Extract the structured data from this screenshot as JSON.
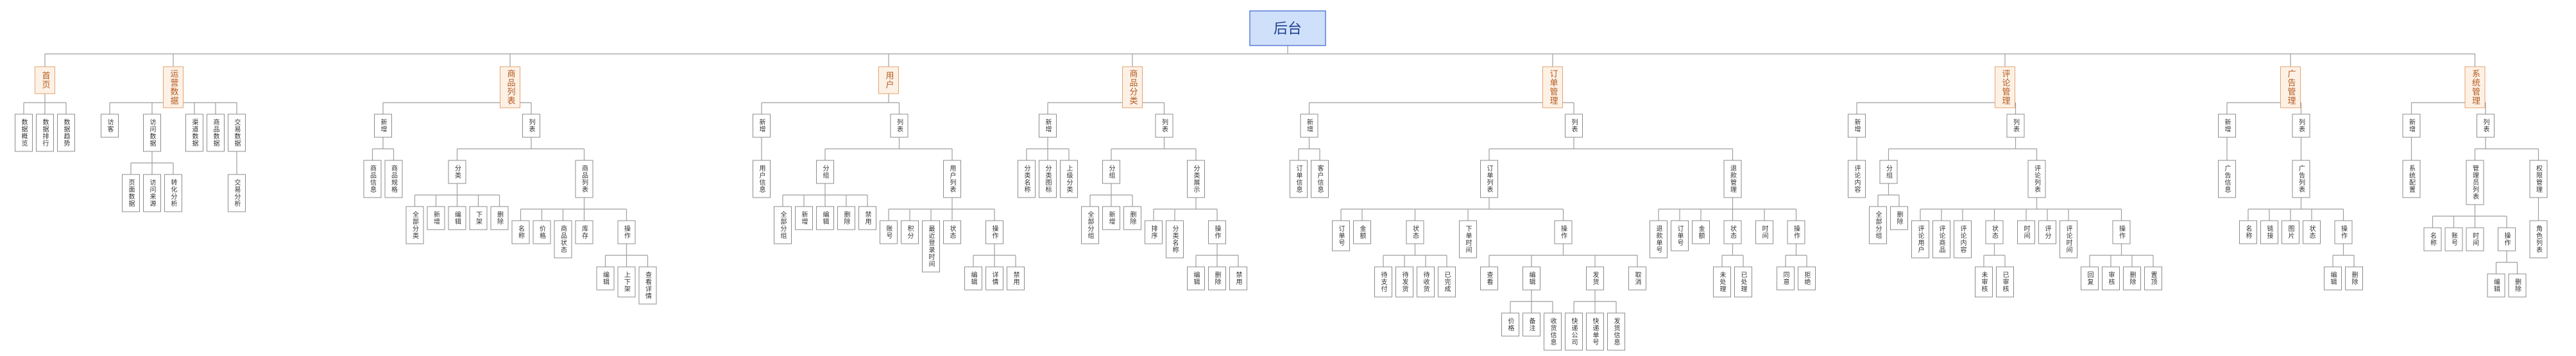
{
  "root": {
    "label": "后台",
    "children": [
      {
        "label": "首页",
        "children": [
          {
            "label": "数据概览"
          },
          {
            "label": "数据排行"
          },
          {
            "label": "数据趋势"
          }
        ]
      },
      {
        "label": "运营数据",
        "children": [
          {
            "label": "访客"
          },
          {
            "label": "访问数据",
            "children": [
              {
                "label": "页面数据"
              },
              {
                "label": "访问来源"
              },
              {
                "label": "转化分析"
              }
            ]
          },
          {
            "label": "渠道数据"
          },
          {
            "label": "商品数据"
          },
          {
            "label": "交易数据",
            "children": [
              {
                "label": "交易分析"
              }
            ]
          }
        ]
      },
      {
        "label": "商品列表",
        "children": [
          {
            "label": "新增",
            "children": [
              {
                "label": "商品信息"
              },
              {
                "label": "商品规格"
              }
            ]
          },
          {
            "label": "列表",
            "children": [
              {
                "label": "分类",
                "children": [
                  {
                    "label": "全部分类"
                  },
                  {
                    "label": "新增"
                  },
                  {
                    "label": "编辑"
                  },
                  {
                    "label": "下架"
                  },
                  {
                    "label": "删除"
                  }
                ]
              },
              {
                "label": "商品列表",
                "children": [
                  {
                    "label": "名称"
                  },
                  {
                    "label": "价格"
                  },
                  {
                    "label": "商品状态"
                  },
                  {
                    "label": "库存"
                  },
                  {
                    "label": "操作",
                    "children": [
                      {
                        "label": "编辑"
                      },
                      {
                        "label": "上下架"
                      },
                      {
                        "label": "查看详情"
                      }
                    ]
                  }
                ]
              }
            ]
          }
        ]
      },
      {
        "label": "用户",
        "children": [
          {
            "label": "新增",
            "children": [
              {
                "label": "用户信息"
              }
            ]
          },
          {
            "label": "列表",
            "children": [
              {
                "label": "分组",
                "children": [
                  {
                    "label": "全部分组"
                  },
                  {
                    "label": "新增"
                  },
                  {
                    "label": "编辑"
                  },
                  {
                    "label": "删除"
                  },
                  {
                    "label": "禁用"
                  }
                ]
              },
              {
                "label": "用户列表",
                "children": [
                  {
                    "label": "账号"
                  },
                  {
                    "label": "积分"
                  },
                  {
                    "label": "最近登录时间"
                  },
                  {
                    "label": "状态"
                  },
                  {
                    "label": "操作",
                    "children": [
                      {
                        "label": "编辑"
                      },
                      {
                        "label": "详情"
                      },
                      {
                        "label": "禁用"
                      }
                    ]
                  }
                ]
              }
            ]
          }
        ]
      },
      {
        "label": "商品分类",
        "children": [
          {
            "label": "新增",
            "children": [
              {
                "label": "分类名称"
              },
              {
                "label": "分类图标"
              },
              {
                "label": "上级分类"
              }
            ]
          },
          {
            "label": "列表",
            "children": [
              {
                "label": "分组",
                "children": [
                  {
                    "label": "全部分组"
                  },
                  {
                    "label": "新增"
                  },
                  {
                    "label": "删除"
                  }
                ]
              },
              {
                "label": "分类展示",
                "children": [
                  {
                    "label": "排序"
                  },
                  {
                    "label": "分类名称"
                  },
                  {
                    "label": "操作",
                    "children": [
                      {
                        "label": "编辑"
                      },
                      {
                        "label": "删除"
                      },
                      {
                        "label": "禁用"
                      }
                    ]
                  }
                ]
              }
            ]
          }
        ]
      },
      {
        "label": "订单管理",
        "children": [
          {
            "label": "新增",
            "children": [
              {
                "label": "订单信息"
              },
              {
                "label": "客户信息"
              }
            ]
          },
          {
            "label": "列表",
            "children": [
              {
                "label": "订单列表",
                "children": [
                  {
                    "label": "订单号"
                  },
                  {
                    "label": "金额"
                  },
                  {
                    "label": "状态",
                    "children": [
                      {
                        "label": "待支付"
                      },
                      {
                        "label": "待发货"
                      },
                      {
                        "label": "待收货"
                      },
                      {
                        "label": "已完成"
                      }
                    ]
                  },
                  {
                    "label": "下单时间"
                  },
                  {
                    "label": "操作",
                    "children": [
                      {
                        "label": "查看"
                      },
                      {
                        "label": "编辑",
                        "children": [
                          {
                            "label": "价格"
                          },
                          {
                            "label": "备注"
                          },
                          {
                            "label": "收货信息"
                          }
                        ]
                      },
                      {
                        "label": "发货",
                        "children": [
                          {
                            "label": "快递公司"
                          },
                          {
                            "label": "快递单号"
                          },
                          {
                            "label": "发货信息"
                          }
                        ]
                      },
                      {
                        "label": "取消"
                      }
                    ]
                  }
                ]
              },
              {
                "label": "退款管理",
                "children": [
                  {
                    "label": "退款单号"
                  },
                  {
                    "label": "订单号"
                  },
                  {
                    "label": "金额"
                  },
                  {
                    "label": "状态",
                    "children": [
                      {
                        "label": "未处理"
                      },
                      {
                        "label": "已处理"
                      }
                    ]
                  },
                  {
                    "label": "时间"
                  },
                  {
                    "label": "操作",
                    "children": [
                      {
                        "label": "同意"
                      },
                      {
                        "label": "拒绝"
                      }
                    ]
                  }
                ]
              }
            ]
          }
        ]
      },
      {
        "label": "评论管理",
        "children": [
          {
            "label": "新增",
            "children": [
              {
                "label": "评论内容"
              }
            ]
          },
          {
            "label": "列表",
            "children": [
              {
                "label": "分组",
                "children": [
                  {
                    "label": "全部分组"
                  },
                  {
                    "label": "删除"
                  }
                ]
              },
              {
                "label": "评论列表",
                "children": [
                  {
                    "label": "评论用户"
                  },
                  {
                    "label": "评论商品"
                  },
                  {
                    "label": "评论内容"
                  },
                  {
                    "label": "状态",
                    "children": [
                      {
                        "label": "未审核"
                      },
                      {
                        "label": "已审核"
                      }
                    ]
                  },
                  {
                    "label": "时间"
                  },
                  {
                    "label": "评分"
                  },
                  {
                    "label": "评论时间"
                  },
                  {
                    "label": "操作",
                    "children": [
                      {
                        "label": "回复"
                      },
                      {
                        "label": "审核"
                      },
                      {
                        "label": "删除"
                      },
                      {
                        "label": "置顶"
                      }
                    ]
                  }
                ]
              }
            ]
          }
        ]
      },
      {
        "label": "广告管理",
        "children": [
          {
            "label": "新增",
            "children": [
              {
                "label": "广告信息"
              }
            ]
          },
          {
            "label": "列表",
            "children": [
              {
                "label": "广告列表",
                "children": [
                  {
                    "label": "名称"
                  },
                  {
                    "label": "链接"
                  },
                  {
                    "label": "图片"
                  },
                  {
                    "label": "状态"
                  },
                  {
                    "label": "操作",
                    "children": [
                      {
                        "label": "编辑"
                      },
                      {
                        "label": "删除"
                      }
                    ]
                  }
                ]
              }
            ]
          }
        ]
      },
      {
        "label": "系统管理",
        "children": [
          {
            "label": "新增",
            "children": [
              {
                "label": "系统配置"
              }
            ]
          },
          {
            "label": "列表",
            "children": [
              {
                "label": "管理员列表",
                "children": [
                  {
                    "label": "名称"
                  },
                  {
                    "label": "账号"
                  },
                  {
                    "label": "时间"
                  },
                  {
                    "label": "操作",
                    "children": [
                      {
                        "label": "编辑"
                      },
                      {
                        "label": "删除"
                      }
                    ]
                  }
                ]
              },
              {
                "label": "权限管理",
                "children": [
                  {
                    "label": "角色列表"
                  }
                ]
              }
            ]
          }
        ]
      }
    ]
  }
}
